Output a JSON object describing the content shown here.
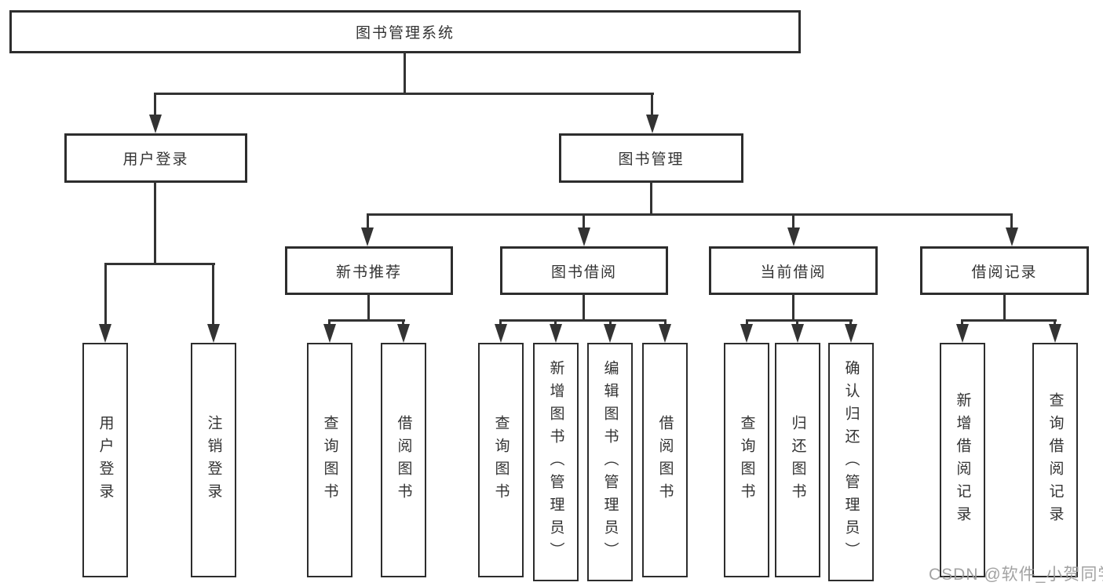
{
  "diagram": {
    "root": "图书管理系统",
    "branches": {
      "user_login": {
        "label": "用户登录",
        "children": [
          "用户登录",
          "注销登录"
        ]
      },
      "book_mgmt": {
        "label": "图书管理",
        "sections": {
          "new_books": {
            "label": "新书推荐",
            "children": [
              "查询图书",
              "借阅图书"
            ]
          },
          "borrow": {
            "label": "图书借阅",
            "children": [
              "查询图书",
              "新增图书（管理员）",
              "编辑图书（管理员）",
              "借阅图书"
            ]
          },
          "current": {
            "label": "当前借阅",
            "children": [
              "查询图书",
              "归还图书",
              "确认归还（管理员）"
            ]
          },
          "records": {
            "label": "借阅记录",
            "children": [
              "新增借阅记录",
              "查询借阅记录"
            ]
          }
        }
      }
    }
  },
  "watermark": "CSDN @软件_小贺同学",
  "colors": {
    "line": "#333333",
    "box_border": "#2d2d2d",
    "text": "#333333",
    "watermark_text": "#9b9b9b",
    "background": "#ffffff"
  }
}
